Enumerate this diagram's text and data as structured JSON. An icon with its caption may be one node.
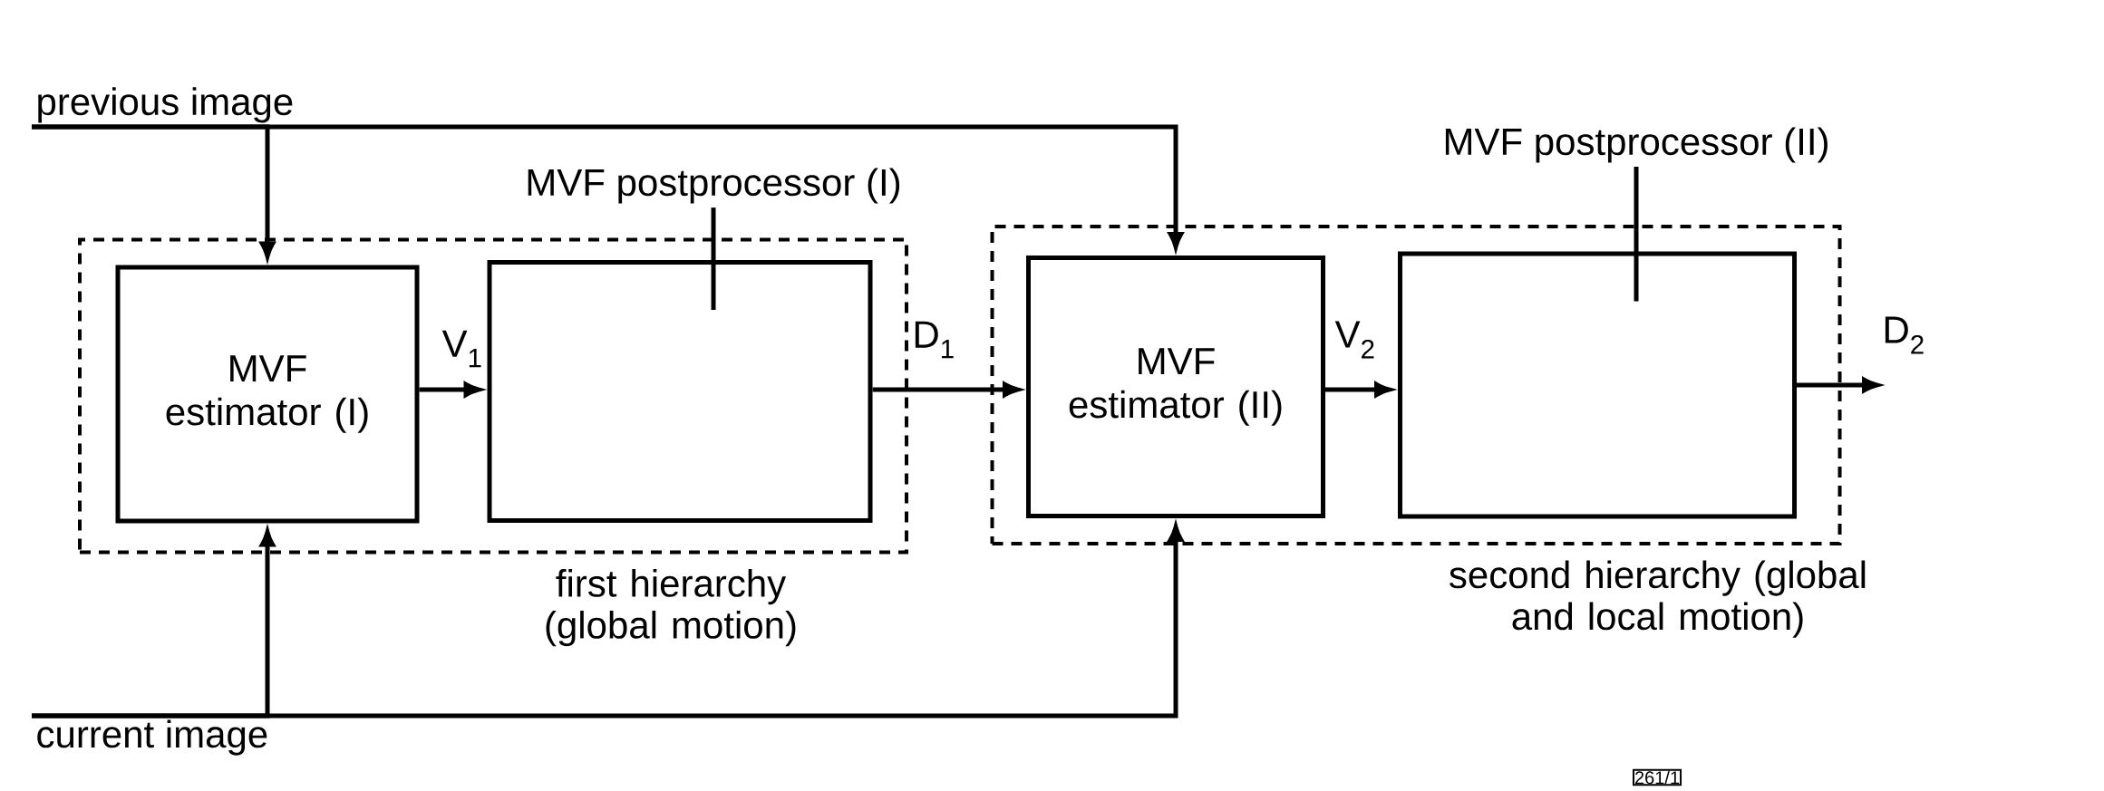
{
  "diagram": {
    "nodes": [
      {
        "text": [
          "first hierarchy (global motion)"
        ]
      },
      {
        "text": [
          "MVF estimator (I)"
        ],
        "in": 0
      },
      {
        "text": [],
        "shape": "box",
        "in": 0
      },
      {
        "text": [
          "second hierarchy (global and local motion)"
        ]
      },
      {
        "text": [
          "MVF estimator (II)"
        ],
        "in": 3
      },
      {
        "text": [],
        "shape": "box",
        "in": 3
      },
      {
        "text": [
          "previous image"
        ]
      },
      {
        "text": [
          "current image"
        ]
      },
      {
        "text": [
          "MVF postprocessor (I)"
        ]
      },
      {
        "text": [
          "MVF postprocessor (II)"
        ]
      }
    ],
    "edges": [
      {
        "from": 6,
        "to": 1,
        "arrow": "to"
      },
      {
        "from": 6,
        "to": 4,
        "arrow": "to"
      },
      {
        "from": 7,
        "to": 1,
        "arrow": "to"
      },
      {
        "from": 7,
        "to": 4,
        "arrow": "to"
      },
      {
        "from": 1,
        "to": 2,
        "arrow": "to",
        "label": "V$_{1}$"
      },
      {
        "from": 2,
        "to": 4,
        "arrow": "to",
        "label": "D$_{1}$"
      },
      {
        "from": 4,
        "to": 5,
        "arrow": "to",
        "label": "V$_{2}$"
      },
      {
        "from": 5,
        "to": null,
        "arrow": "to",
        "label": "D$_{2}$"
      },
      {
        "from": 8,
        "to": 2,
        "arrow": "none"
      },
      {
        "from": 9,
        "to": 5,
        "arrow": "none"
      }
    ],
    "labels": [
      "261/1"
    ]
  }
}
